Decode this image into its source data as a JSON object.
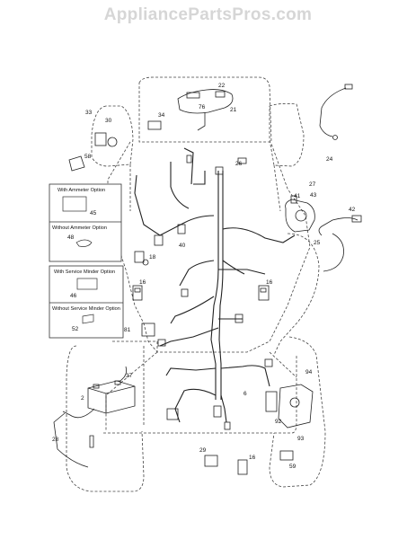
{
  "watermark": "AppliancePartsPros.com",
  "option_boxes": {
    "ammeter": {
      "with_label": "With Ammeter Option",
      "with_part": "45",
      "without_label": "Without Ammeter Option",
      "without_part": "48"
    },
    "service_minder": {
      "with_label": "With Service Minder Option",
      "with_part": "46",
      "without_label": "Without Service Minder Option",
      "without_part": "52"
    }
  },
  "callouts": [
    {
      "id": "22",
      "text": "22"
    },
    {
      "id": "76",
      "text": "76"
    },
    {
      "id": "21",
      "text": "21"
    },
    {
      "id": "33",
      "text": "33"
    },
    {
      "id": "30",
      "text": "30"
    },
    {
      "id": "34",
      "text": "34"
    },
    {
      "id": "58",
      "text": "58"
    },
    {
      "id": "26",
      "text": "26"
    },
    {
      "id": "24",
      "text": "24"
    },
    {
      "id": "27",
      "text": "27"
    },
    {
      "id": "41",
      "text": "41"
    },
    {
      "id": "43",
      "text": "43"
    },
    {
      "id": "42",
      "text": "42"
    },
    {
      "id": "25",
      "text": "25"
    },
    {
      "id": "40",
      "text": "40"
    },
    {
      "id": "18",
      "text": "18"
    },
    {
      "id": "16a",
      "text": "16"
    },
    {
      "id": "16b",
      "text": "16"
    },
    {
      "id": "81",
      "text": "81"
    },
    {
      "id": "37",
      "text": "37"
    },
    {
      "id": "2",
      "text": "2"
    },
    {
      "id": "28",
      "text": "28"
    },
    {
      "id": "6",
      "text": "6"
    },
    {
      "id": "94",
      "text": "94"
    },
    {
      "id": "92",
      "text": "92"
    },
    {
      "id": "93",
      "text": "93"
    },
    {
      "id": "59",
      "text": "59"
    },
    {
      "id": "29",
      "text": "29"
    },
    {
      "id": "16c",
      "text": "16"
    }
  ]
}
